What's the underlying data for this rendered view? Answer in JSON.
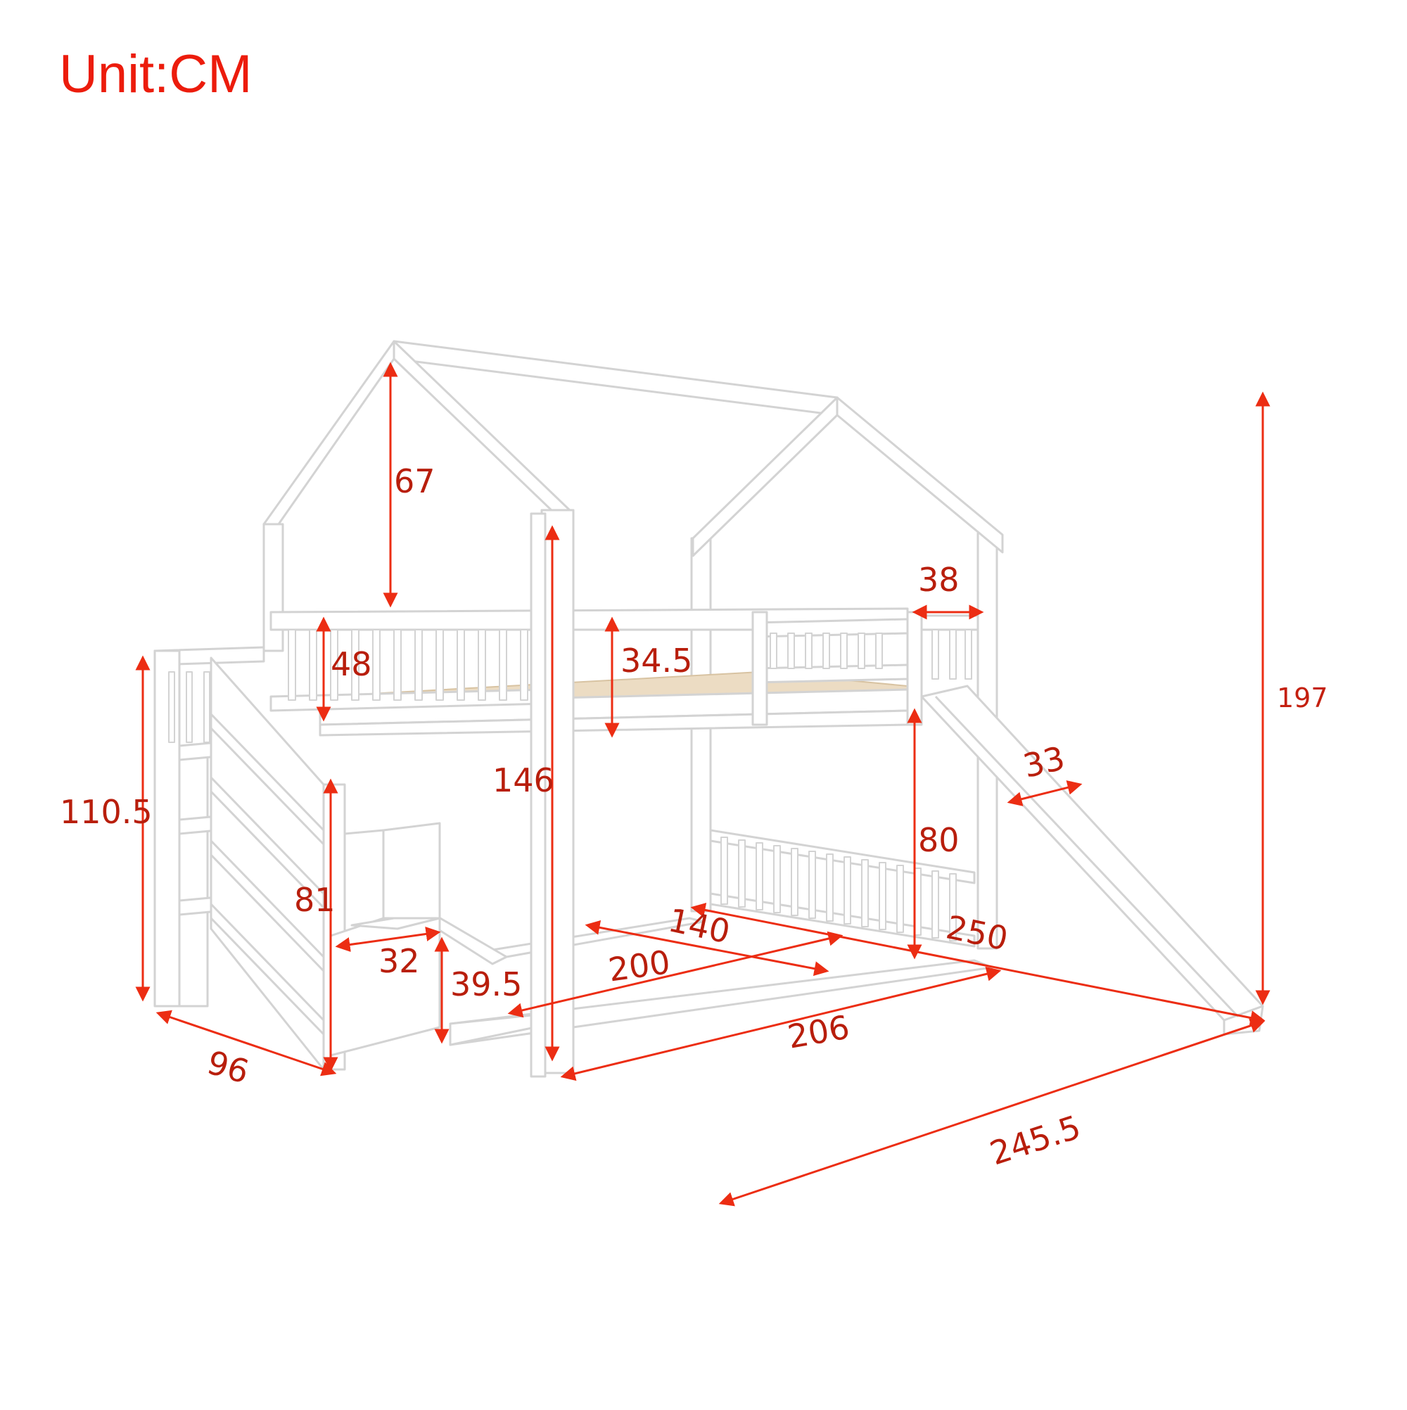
{
  "unit_label": "Unit:CM",
  "colors": {
    "dimension": "#ec2d13",
    "dimension_text": "#b81e0c",
    "frame_fill": "#ffffff",
    "frame_stroke": "#d3d3d3",
    "mattress": "#ecdcc3"
  },
  "dimensions": {
    "roof_height": "67",
    "upper_rail_height": "48",
    "rail_gap": "34.5",
    "upper_guard_width": "38",
    "post_height": "146",
    "total_height": "197",
    "stair_height": "110.5",
    "stair_box_height": "81",
    "slide_width": "33",
    "under_clearance": "80",
    "step_depth": "32",
    "step_height": "39.5",
    "bed_width": "140",
    "bed_length": "200",
    "frame_length": "206",
    "bed_length_with_slide": "250",
    "stair_depth": "96",
    "total_length": "245.5"
  }
}
